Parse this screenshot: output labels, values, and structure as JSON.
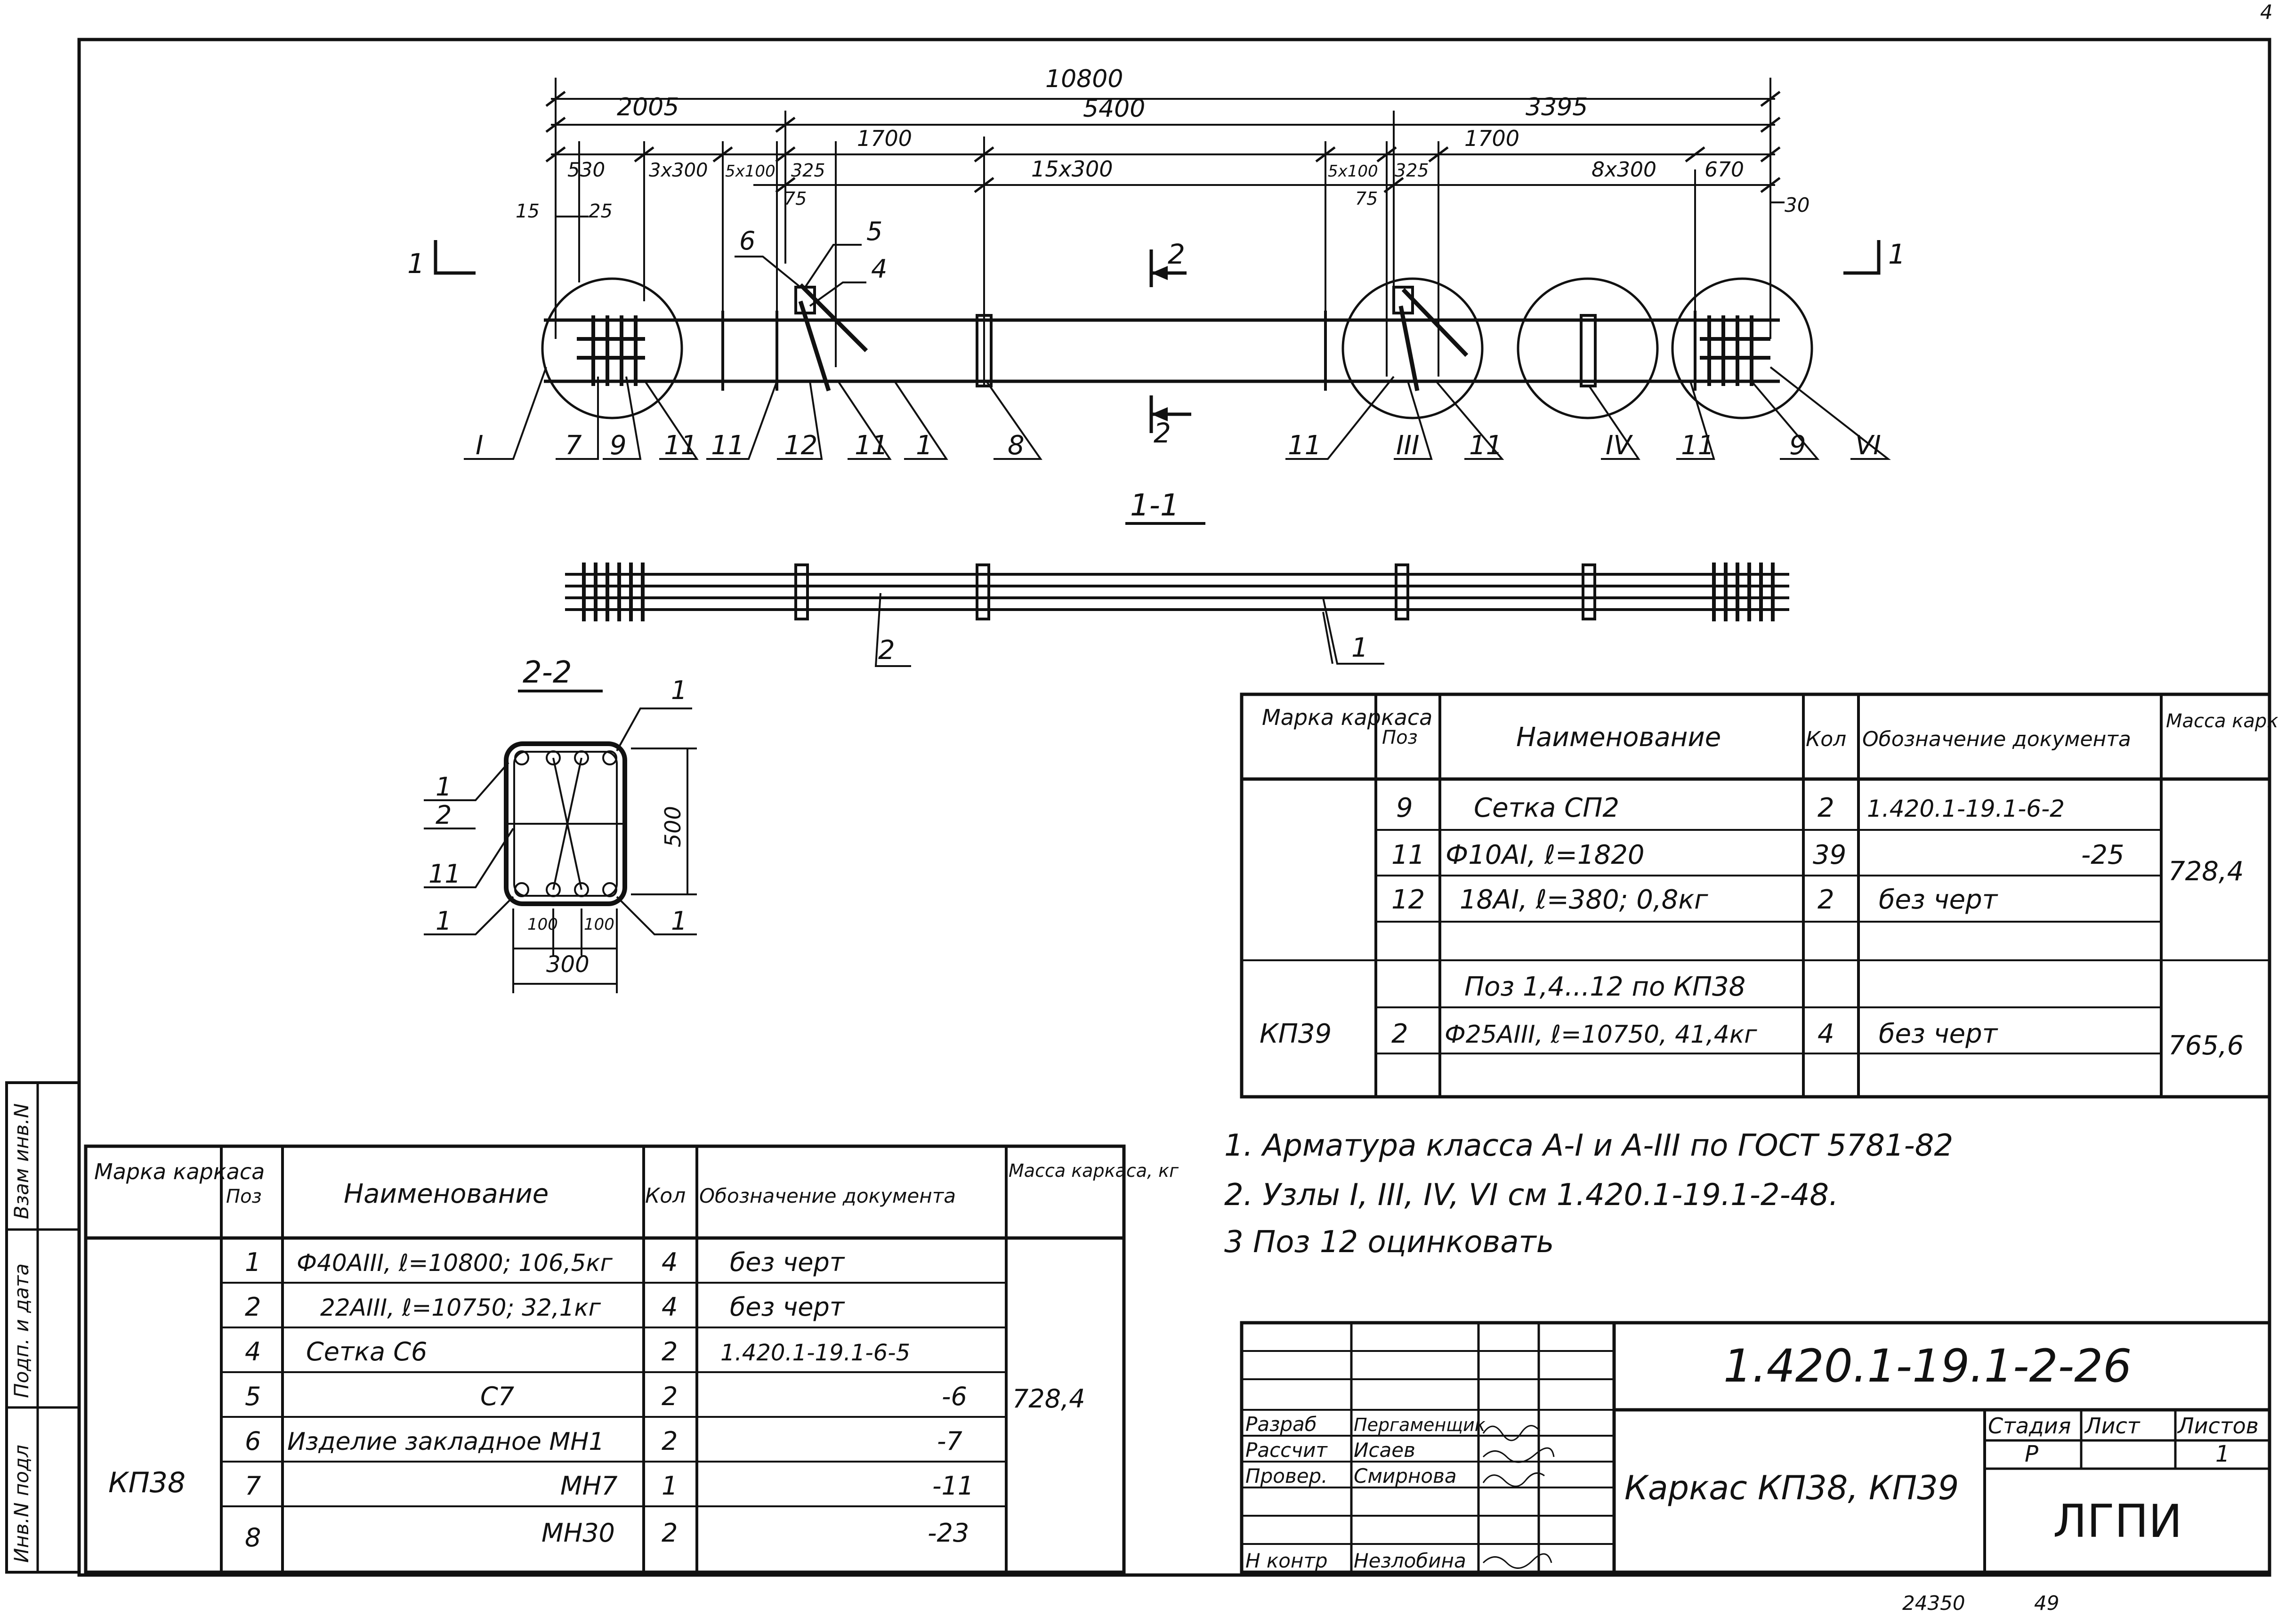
{
  "corner_mark": "4",
  "side_stamp": {
    "cells": [
      "Инв.N подл",
      "Подп. и дата",
      "Взам инв.N"
    ]
  },
  "view_main": {
    "dimensions": {
      "overall": "10800",
      "left": "2005",
      "middle": "5400",
      "right": "3395",
      "d530": "530",
      "d3x300": "3x300",
      "d5x100a": "5x100",
      "d325a": "325",
      "d1700a": "1700",
      "d15x300": "15x300",
      "d5x100b": "5x100",
      "d325b": "325",
      "d1700b": "1700",
      "d8x300": "8x300",
      "d670": "670",
      "d15": "15",
      "d25": "25",
      "d75a": "75",
      "d75b": "75",
      "d30": "30"
    },
    "section_marks": {
      "s1_left": "1",
      "s1_right": "1",
      "s2_top": "2",
      "s2_bottom": "2"
    },
    "callouts_top": {
      "c6": "6",
      "c5": "5",
      "c4": "4"
    },
    "callouts_bottom": [
      "I",
      "7",
      "9",
      "11",
      "11",
      "12",
      "11",
      "1",
      "8",
      "11",
      "III",
      "11",
      "IV",
      "11",
      "9",
      "VI"
    ]
  },
  "section_1_1": {
    "title": "1-1",
    "callouts": {
      "c2": "2",
      "c1": "1"
    }
  },
  "section_2_2": {
    "title": "2-2",
    "callouts": {
      "top_right": "1",
      "left_top": "1",
      "left_2": "2",
      "left_11": "11",
      "left_bottom": "1",
      "right_bottom": "1"
    },
    "dims": {
      "height": "500",
      "d100a": "100",
      "d100b": "100",
      "width": "300"
    }
  },
  "table_right": {
    "headers": [
      "Марка каркаса",
      "Поз",
      "Наименование",
      "Кол",
      "Обозначение документа",
      "Масса каркаса, кг"
    ],
    "rows": [
      {
        "pos": "9",
        "name": "Сетка СП2",
        "qty": "2",
        "doc": "1.420.1-19.1-6-2"
      },
      {
        "pos": "11",
        "name": "Ф10АI, ℓ=1820",
        "qty": "39",
        "doc": "-25"
      },
      {
        "pos": "12",
        "name": "18АI, ℓ=380; 0,8кг",
        "qty": "2",
        "doc": "без черт"
      },
      {
        "pos": "",
        "name": "",
        "qty": "",
        "doc": ""
      },
      {
        "pos": "",
        "name": "Поз 1,4...12 по КП38",
        "qty": "",
        "doc": ""
      },
      {
        "pos": "2",
        "name": "Ф25АIII, ℓ=10750, 41,4кг",
        "qty": "4",
        "doc": "без черт"
      },
      {
        "pos": "",
        "name": "",
        "qty": "",
        "doc": ""
      }
    ],
    "mark_kp39": "КП39",
    "mass1": "728,4",
    "mass2": "765,6"
  },
  "notes": [
    "1. Арматура класса А-I и А-III по ГОСТ 5781-82",
    "2. Узлы I, III, IV, VI см 1.420.1-19.1-2-48.",
    "3 Поз 12 оцинковать"
  ],
  "table_left": {
    "headers": [
      "Марка каркаса",
      "Поз",
      "Наименование",
      "Кол",
      "Обозначение документа",
      "Масса каркаса, кг"
    ],
    "rows": [
      {
        "pos": "1",
        "name": "Ф40АIII, ℓ=10800; 106,5кг",
        "qty": "4",
        "doc": "без черт"
      },
      {
        "pos": "2",
        "name": "22АIII, ℓ=10750; 32,1кг",
        "qty": "4",
        "doc": "без черт"
      },
      {
        "pos": "4",
        "name": "Сетка С6",
        "qty": "2",
        "doc": "1.420.1-19.1-6-5"
      },
      {
        "pos": "5",
        "name": "С7",
        "qty": "2",
        "doc": "-6"
      },
      {
        "pos": "6",
        "name": "Изделие закладное МН1",
        "qty": "2",
        "doc": "-7"
      },
      {
        "pos": "7",
        "name": "МН7",
        "qty": "1",
        "doc": "-11"
      },
      {
        "pos": "8",
        "name": "МН30",
        "qty": "2",
        "doc": "-23"
      }
    ],
    "mark": "КП38",
    "mass": "728,4"
  },
  "title_block": {
    "code": "1.420.1-19.1-2-26",
    "roles": [
      "Разраб",
      "Рассчит",
      "Провер.",
      "Н контр"
    ],
    "names": [
      "Пергаменщик",
      "Исаев",
      "Смирнова",
      "Незлобина"
    ],
    "title": "Каркас КП38, КП39",
    "stage_label": "Стадия",
    "sheet_label": "Лист",
    "sheets_label": "Листов",
    "stage": "Р",
    "sheets": "1",
    "org": "ЛГПИ"
  },
  "footer": {
    "number": "24350",
    "page": "49"
  }
}
